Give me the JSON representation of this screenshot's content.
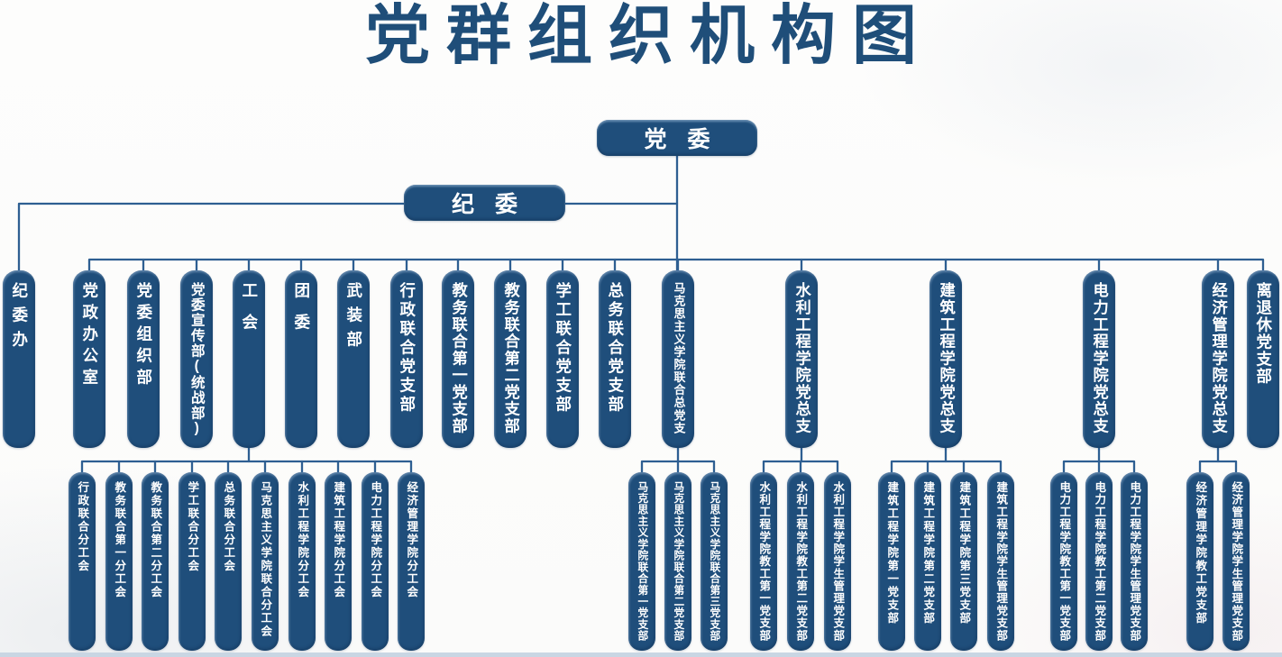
{
  "title": "党群组织机构图",
  "colors": {
    "node_fill": "#1F4E7B",
    "node_text": "#FFFFFF",
    "line": "#2E5F92",
    "title": "#1F4E79",
    "footer_strip": "#C9D6E3"
  },
  "chart": {
    "top": {
      "label": "党 委"
    },
    "second": {
      "label": "纪 委",
      "child": {
        "label": "纪委办"
      }
    },
    "departments": [
      {
        "label": "党政办公室",
        "children": []
      },
      {
        "label": "党委组织部",
        "children": []
      },
      {
        "label": "党委宣传部(统战部)",
        "children": []
      },
      {
        "label": "工会",
        "children": [
          {
            "label": "行政联合分工会"
          },
          {
            "label": "教务联合第一分工会"
          },
          {
            "label": "教务联合第二分工会"
          },
          {
            "label": "学工联合分工会"
          },
          {
            "label": "总务联合分工会"
          },
          {
            "label": "马克思主义学院联合分工会"
          },
          {
            "label": "水利工程学院分工会"
          },
          {
            "label": "建筑工程学院分工会"
          },
          {
            "label": "电力工程学院分工会"
          },
          {
            "label": "经济管理学院分工会"
          }
        ]
      },
      {
        "label": "团委",
        "children": []
      },
      {
        "label": "武装部",
        "children": []
      },
      {
        "label": "行政联合党支部",
        "children": []
      },
      {
        "label": "教务联合第一党支部",
        "children": []
      },
      {
        "label": "教务联合第二党支部",
        "children": []
      },
      {
        "label": "学工联合党支部",
        "children": []
      },
      {
        "label": "总务联合党支部",
        "children": []
      },
      {
        "label": "马克思主义学院联合总党支",
        "children": [
          {
            "label": "马克思主义学院联合第一党支部"
          },
          {
            "label": "马克思主义学院联合第二党支部"
          },
          {
            "label": "马克思主义学院联合第三党支部"
          }
        ]
      },
      {
        "label": "水利工程学院党总支",
        "children": [
          {
            "label": "水利工程学院教工第一党支部"
          },
          {
            "label": "水利工程学院教工第二党支部"
          },
          {
            "label": "水利工程学院学生管理党支部"
          }
        ]
      },
      {
        "label": "建筑工程学院党总支",
        "children": [
          {
            "label": "建筑工程学院第一党支部"
          },
          {
            "label": "建筑工程学院第二党支部"
          },
          {
            "label": "建筑工程学院第三党支部"
          },
          {
            "label": "建筑工程学院学生管理党支部"
          }
        ]
      },
      {
        "label": "电力工程学院党总支",
        "children": [
          {
            "label": "电力工程学院教工第一党支部"
          },
          {
            "label": "电力工程学院教工第二党支部"
          },
          {
            "label": "电力工程学院学生管理党支部"
          }
        ]
      },
      {
        "label": "经济管理学院党总支",
        "children": [
          {
            "label": "经济管理学院教工党支部"
          },
          {
            "label": "经济管理学院学生管理党支部"
          }
        ]
      },
      {
        "label": "离退休党支部",
        "children": []
      }
    ]
  }
}
